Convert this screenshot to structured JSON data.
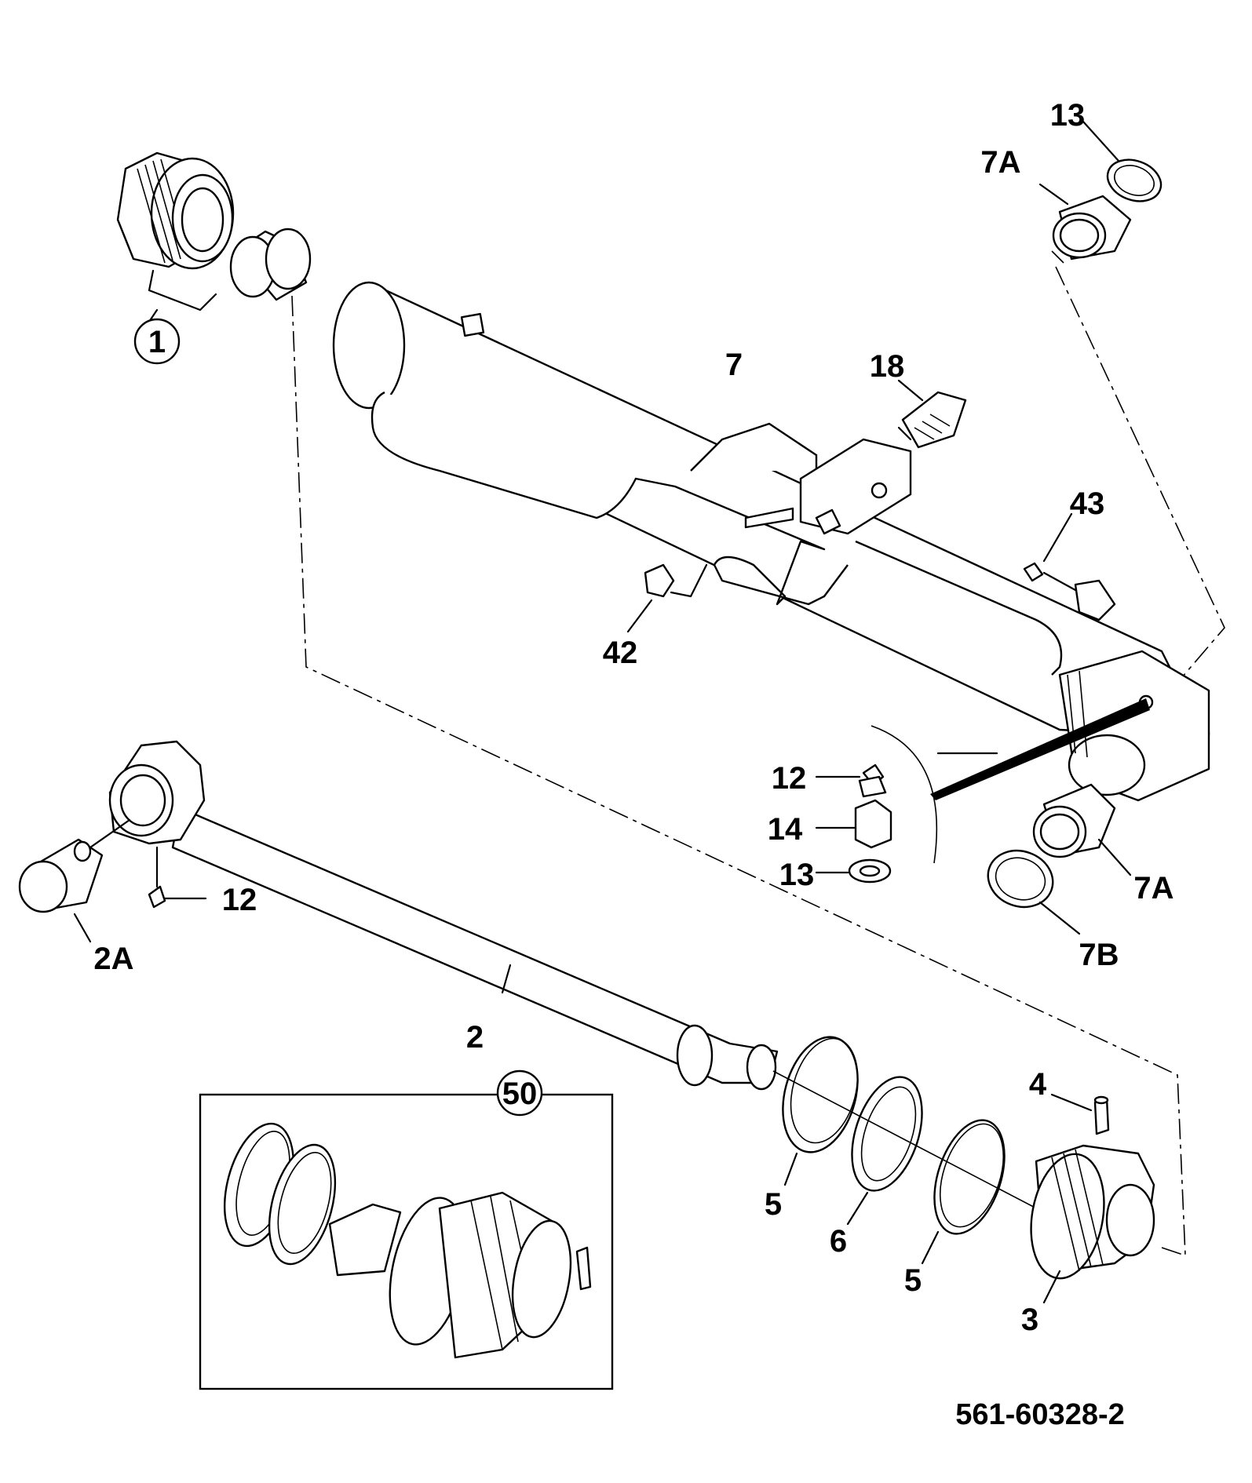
{
  "callouts": {
    "c1": "1",
    "c2": "2",
    "c2a": "2A",
    "c3": "3",
    "c4": "4",
    "c5a": "5",
    "c5b": "5",
    "c6": "6",
    "c7": "7",
    "c7a_top": "7A",
    "c7a_bottom": "7A",
    "c7b": "7B",
    "c12_detail": "12",
    "c12_rod": "12",
    "c13_top": "13",
    "c13_detail": "13",
    "c14": "14",
    "c18": "18",
    "c42": "42",
    "c43": "43",
    "c50": "50"
  },
  "drawing_number": "561-60328-2"
}
